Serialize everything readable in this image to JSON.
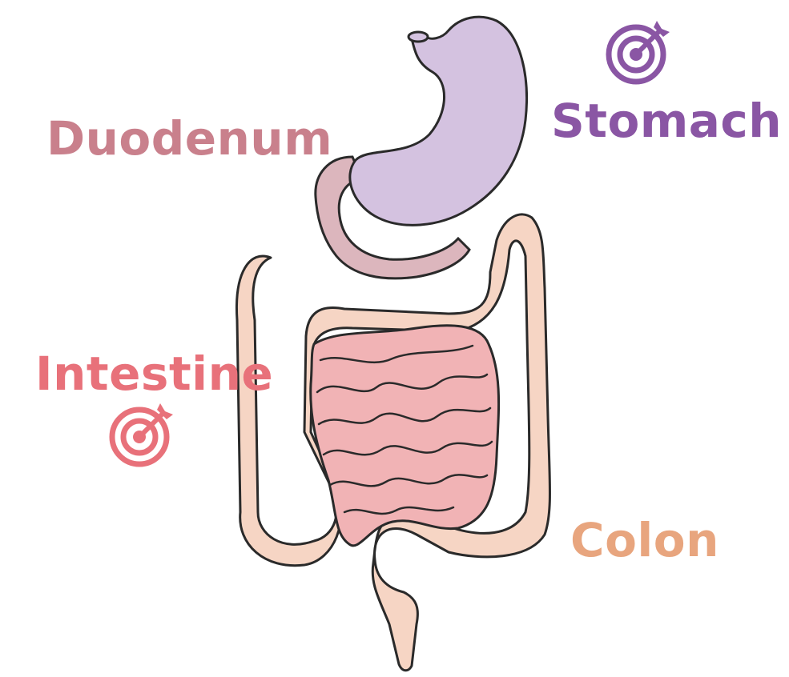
{
  "labels": {
    "duodenum": "Duodenum",
    "stomach": "Stomach",
    "intestine": "Intestine",
    "colon": "Colon"
  },
  "colors": {
    "duodenum": "#c9808c",
    "stomach": "#8a56a4",
    "intestine": "#e8717a",
    "colon": "#e8a57e",
    "stomach_fill": "#d4c2e0",
    "duodenum_fill": "#dcb6bd",
    "intestine_fill": "#f1b3b5",
    "colon_fill": "#f6d5c4",
    "outline": "#2a2a2a"
  },
  "icons": {
    "stomach_target": "target-arrow-icon",
    "intestine_target": "target-arrow-icon"
  }
}
